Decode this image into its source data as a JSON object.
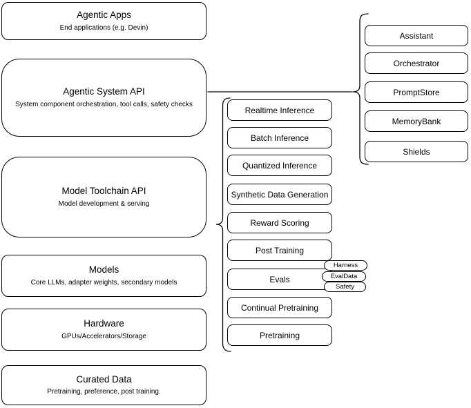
{
  "diagram": {
    "colors": {
      "background": "#ffffff",
      "stroke": "#000000",
      "text": "#000000"
    },
    "left_column": [
      {
        "title": "Agentic Apps",
        "subtitle": "End applications (e.g. Devin)"
      },
      {
        "title": "Agentic System API",
        "subtitle": "System component orchestration, tool calls, safety checks"
      },
      {
        "title": "Model Toolchain API",
        "subtitle": "Model development & serving"
      },
      {
        "title": "Models",
        "subtitle": "Core LLMs, adapter weights, secondary models"
      },
      {
        "title": "Hardware",
        "subtitle": "GPUs/Accelerators/Storage"
      },
      {
        "title": "Curated Data",
        "subtitle": "Pretraining, preference, post training."
      }
    ],
    "toolchain_items": [
      "Realtime Inference",
      "Batch Inference",
      "Quantized Inference",
      "Synthetic Data Generation",
      "Reward Scoring",
      "Post Training",
      "Evals",
      "Continual Pretraining",
      "Pretraining"
    ],
    "eval_tags": [
      "Harness",
      "EvalData",
      "Safety"
    ],
    "system_components": [
      "Assistant",
      "Orchestrator",
      "PromptStore",
      "MemoryBank",
      "Shields"
    ]
  }
}
